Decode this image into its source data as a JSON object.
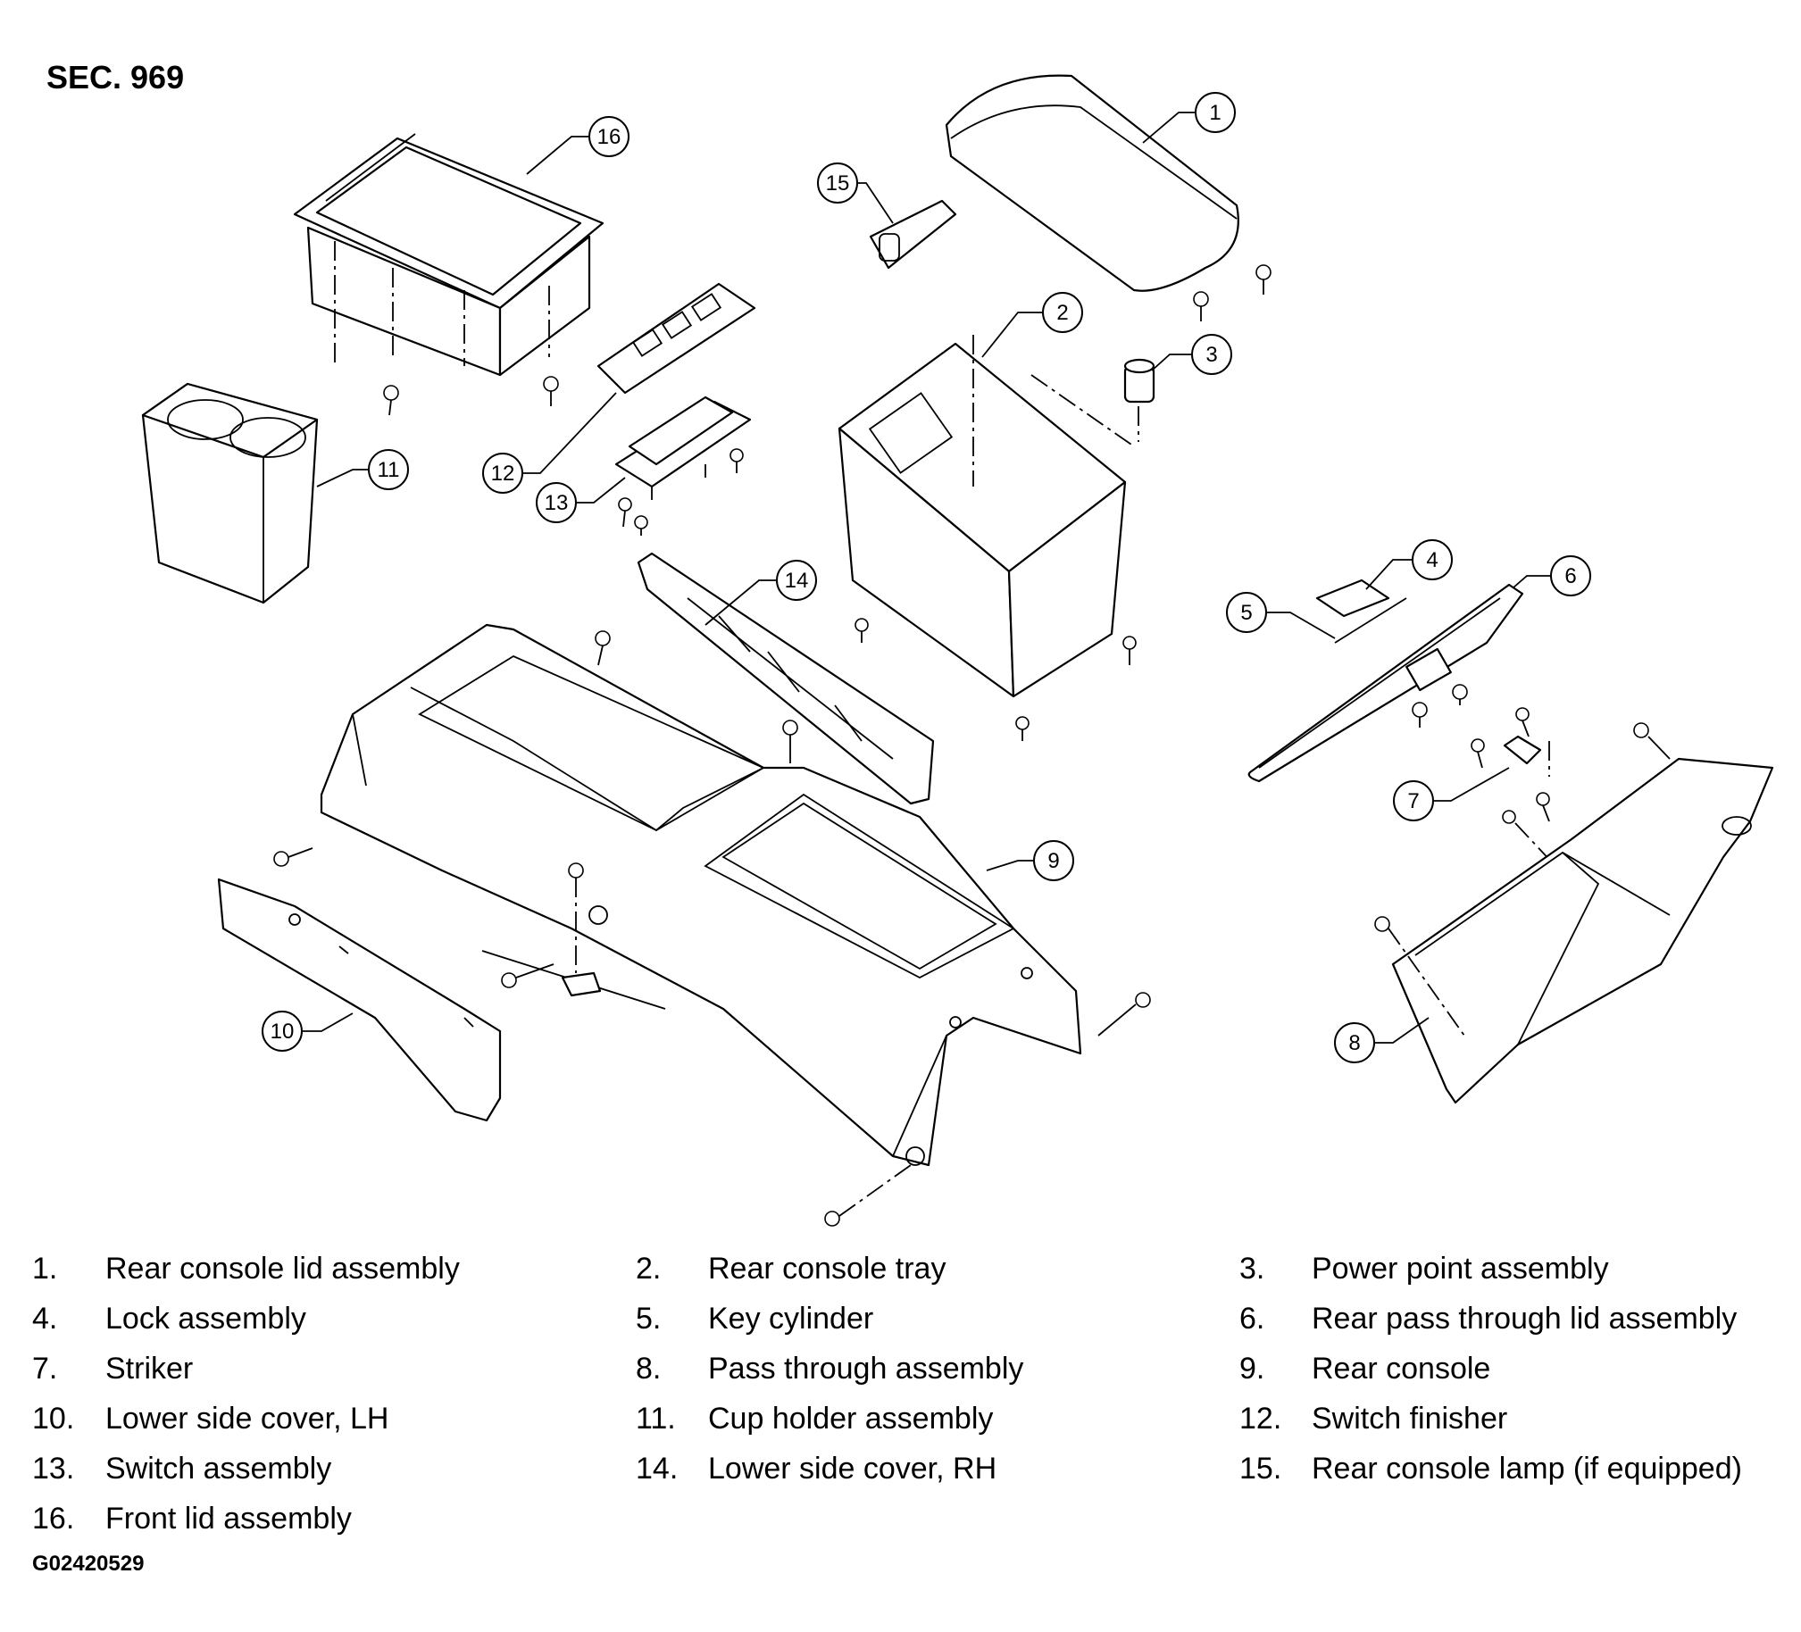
{
  "section_title": "SEC. 969",
  "figure_code": "G02420529",
  "callouts": [
    "1",
    "2",
    "3",
    "4",
    "5",
    "6",
    "7",
    "8",
    "9",
    "10",
    "11",
    "12",
    "13",
    "14",
    "15",
    "16"
  ],
  "legend": [
    {
      "num": "1.",
      "name": "Rear console lid assembly"
    },
    {
      "num": "2.",
      "name": "Rear console tray"
    },
    {
      "num": "3.",
      "name": "Power point assembly"
    },
    {
      "num": "4.",
      "name": "Lock assembly"
    },
    {
      "num": "5.",
      "name": "Key cylinder"
    },
    {
      "num": "6.",
      "name": "Rear pass through lid assembly"
    },
    {
      "num": "7.",
      "name": "Striker"
    },
    {
      "num": "8.",
      "name": "Pass through assembly"
    },
    {
      "num": "9.",
      "name": "Rear console"
    },
    {
      "num": "10.",
      "name": "Lower side cover, LH"
    },
    {
      "num": "11.",
      "name": "Cup holder assembly"
    },
    {
      "num": "12.",
      "name": "Switch finisher"
    },
    {
      "num": "13.",
      "name": "Switch assembly"
    },
    {
      "num": "14.",
      "name": "Lower side cover, RH"
    },
    {
      "num": "15.",
      "name": "Rear console lamp (if equipped)"
    },
    {
      "num": "16.",
      "name": "Front lid assembly"
    }
  ]
}
